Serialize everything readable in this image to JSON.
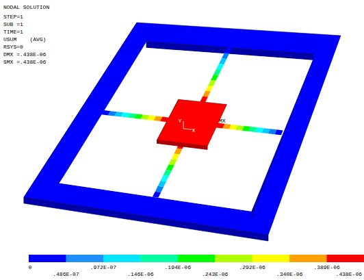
{
  "diagram": {
    "labels": [
      "NODAL SOLUTION",
      "STEP=1",
      "SUB =1",
      "TIME=1",
      "USUM    (AVG)",
      "RSYS=0",
      "DMX =.438E-06",
      "SMX =.438E-06",
      "Y",
      "X",
      "MX",
      "0",
      ".486E-07",
      ".972E-07",
      ".146E-06",
      ".194E-06",
      ".243E-06",
      ".292E-06",
      ".340E-06",
      ".389E-06",
      ".438E-06"
    ]
  }
}
